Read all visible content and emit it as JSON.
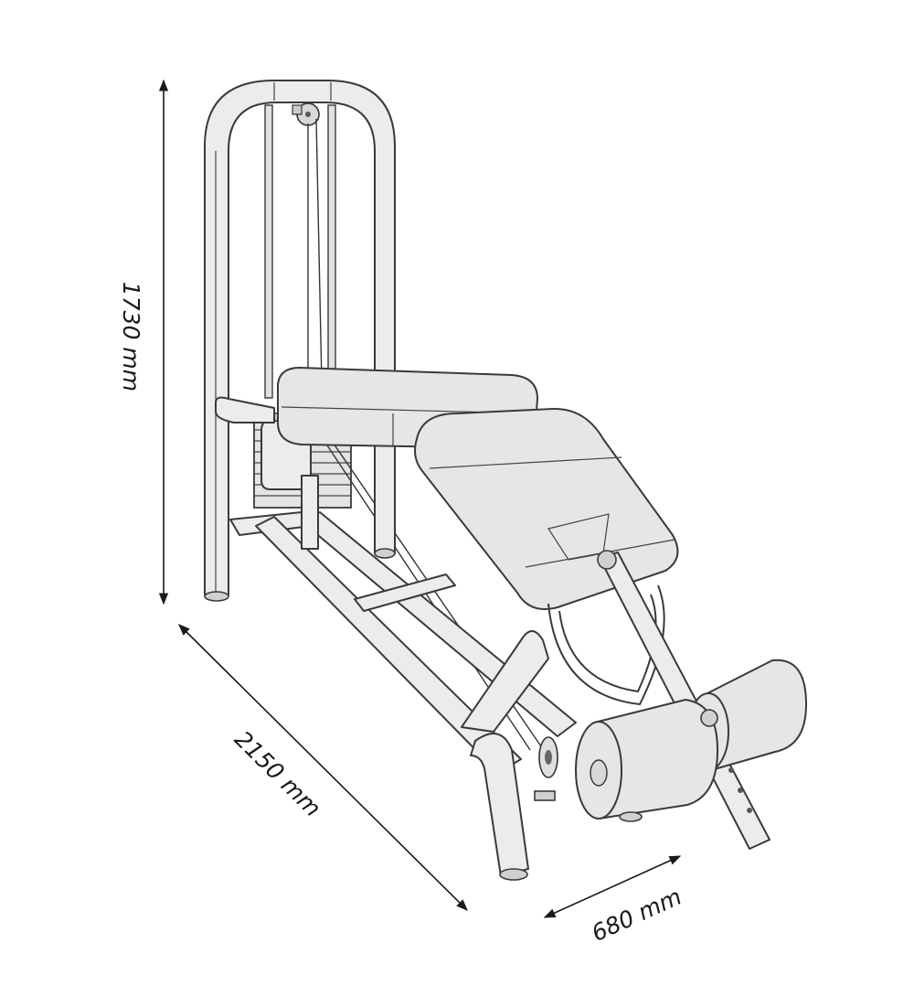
{
  "dimensions": {
    "height": "1730 mm",
    "length": "2150 mm",
    "width": "680 mm"
  }
}
